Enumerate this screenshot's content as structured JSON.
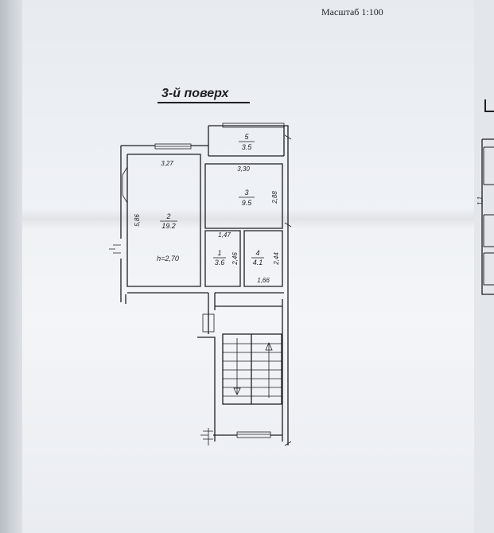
{
  "scale_label": "Масштаб 1:100",
  "title": "3-й поверх",
  "rooms": [
    {
      "number": "5",
      "area": "3.5"
    },
    {
      "number": "3",
      "area": "9.5"
    },
    {
      "number": "2",
      "area": "19.2"
    },
    {
      "number": "1",
      "area": "3.6"
    },
    {
      "number": "4",
      "area": "4.1"
    }
  ],
  "dimensions": {
    "room2_top": "3,27",
    "room2_side": "5,86",
    "room3_top": "3,30",
    "room3_side": "2,88",
    "room1_top": "1,47",
    "room1_side": "2,46",
    "room4_side": "2,44",
    "room4_bottom": "1,66"
  },
  "ceiling_height": "h=2,70",
  "right_page_marks": [
    "1,1"
  ]
}
